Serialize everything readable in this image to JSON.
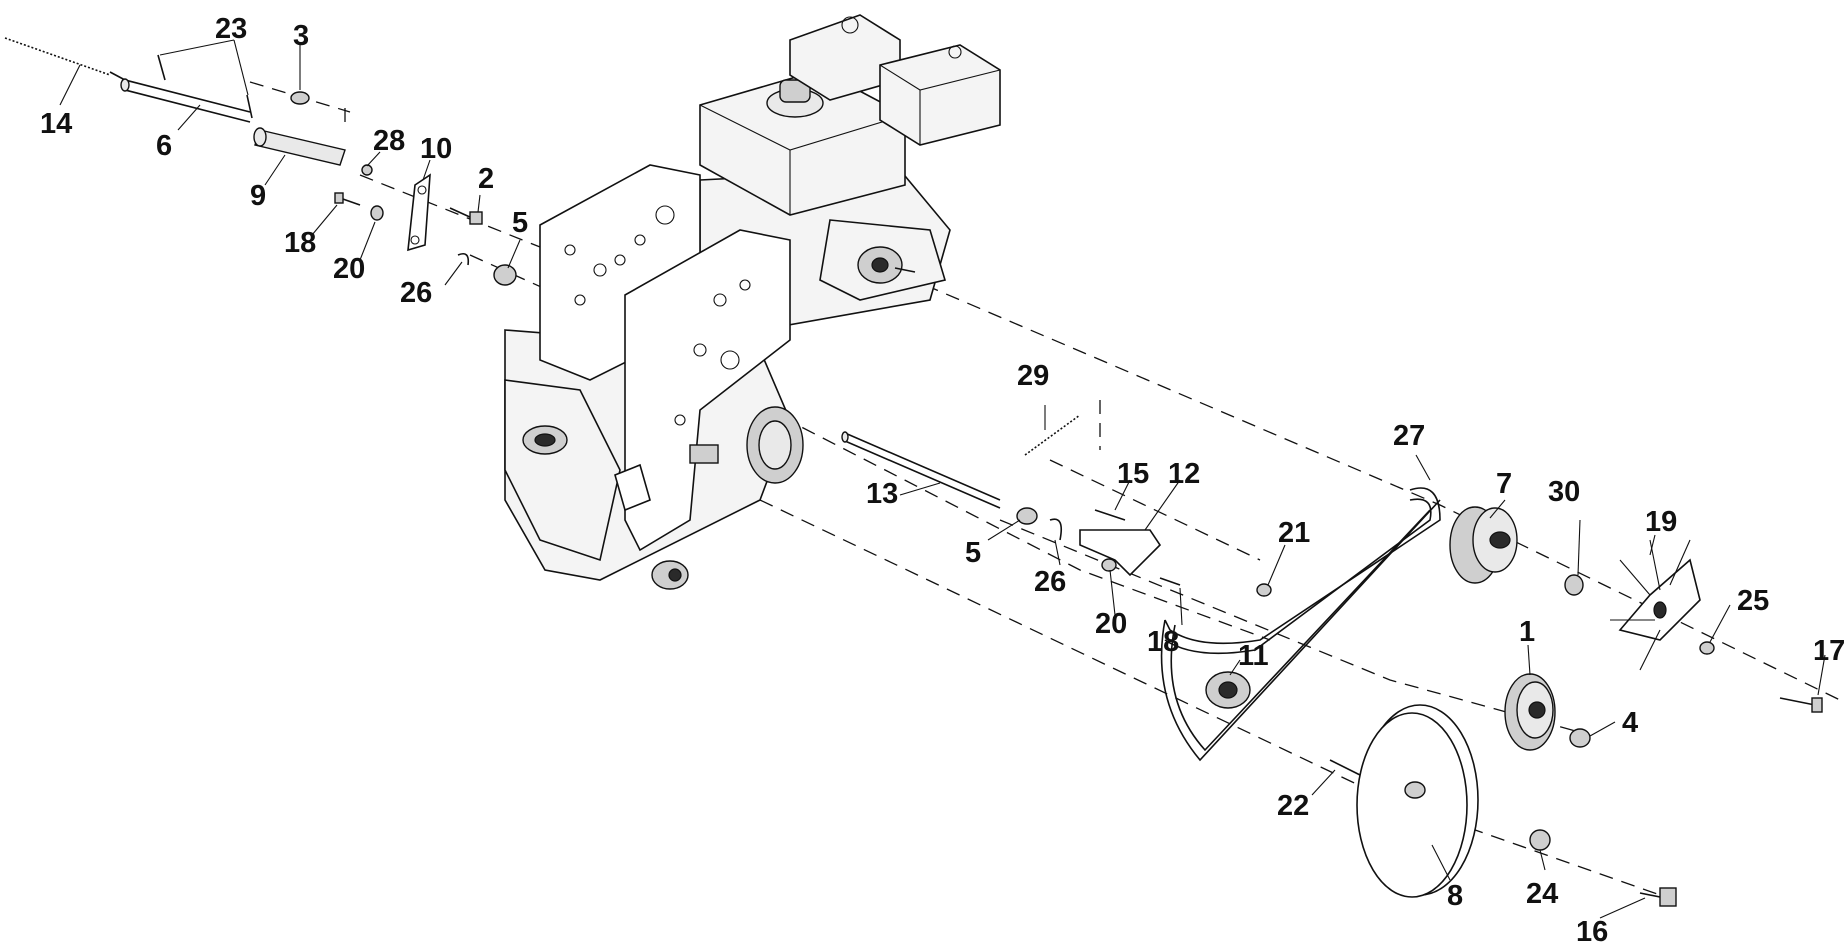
{
  "diagram": {
    "colors": {
      "ink": "#111111",
      "background": "#ffffff"
    },
    "labels": [
      {
        "id": "23a",
        "text": "23"
      },
      {
        "id": "3",
        "text": "3"
      },
      {
        "id": "14",
        "text": "14"
      },
      {
        "id": "6",
        "text": "6"
      },
      {
        "id": "28",
        "text": "28"
      },
      {
        "id": "10",
        "text": "10"
      },
      {
        "id": "9",
        "text": "9"
      },
      {
        "id": "2",
        "text": "2"
      },
      {
        "id": "18a",
        "text": "18"
      },
      {
        "id": "5a",
        "text": "5"
      },
      {
        "id": "20a",
        "text": "20"
      },
      {
        "id": "26a",
        "text": "26"
      },
      {
        "id": "29",
        "text": "29"
      },
      {
        "id": "27",
        "text": "27"
      },
      {
        "id": "15",
        "text": "15"
      },
      {
        "id": "12",
        "text": "12"
      },
      {
        "id": "7",
        "text": "7"
      },
      {
        "id": "30",
        "text": "30"
      },
      {
        "id": "19",
        "text": "19"
      },
      {
        "id": "13",
        "text": "13"
      },
      {
        "id": "21",
        "text": "21"
      },
      {
        "id": "5b",
        "text": "5"
      },
      {
        "id": "26b",
        "text": "26"
      },
      {
        "id": "25",
        "text": "25"
      },
      {
        "id": "20b",
        "text": "20"
      },
      {
        "id": "18b",
        "text": "18"
      },
      {
        "id": "1",
        "text": "1"
      },
      {
        "id": "17",
        "text": "17"
      },
      {
        "id": "11",
        "text": "11"
      },
      {
        "id": "4",
        "text": "4"
      },
      {
        "id": "22",
        "text": "22"
      },
      {
        "id": "8",
        "text": "8"
      },
      {
        "id": "24",
        "text": "24"
      },
      {
        "id": "16",
        "text": "16"
      }
    ]
  }
}
